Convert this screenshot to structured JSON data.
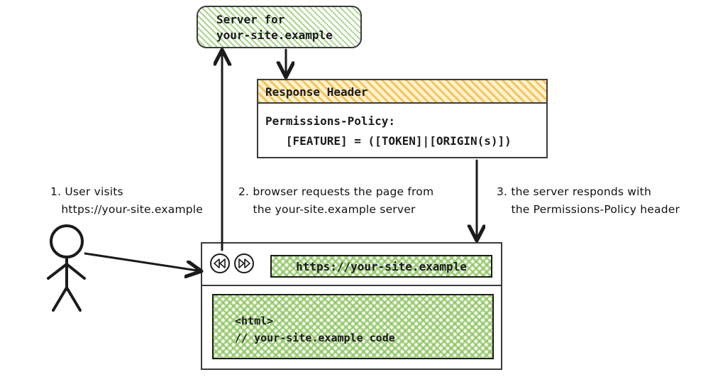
{
  "diagram": {
    "title": "Permissions-Policy response header flow",
    "colors": {
      "hatch_green": "#a8d48a",
      "hatch_orange": "#f3c65a",
      "stroke": "#1b1b1b",
      "background": "#ffffff"
    }
  },
  "server": {
    "line1": "Server for",
    "line2": "your-site.example"
  },
  "response_header": {
    "title": "Response Header",
    "body_line1": "Permissions-Policy:",
    "body_line2": "   [FEATURE] = ([TOKEN]|[ORIGIN(s)])"
  },
  "browser": {
    "back_glyph": "◁◁",
    "forward_glyph": "▷▷",
    "url": "https://your-site.example",
    "content_line1": "<html>",
    "content_line2": "// your-site.example code"
  },
  "annotations": {
    "step1_line1": "1. User visits",
    "step1_line2": "   https://your-site.example",
    "step2_line1": "2. browser requests the page from",
    "step2_line2": "    the your-site.example server",
    "step3_line1": "3. the server responds with",
    "step3_line2": "    the Permissions-Policy header"
  },
  "actor": {
    "label": "user-stick-figure"
  }
}
